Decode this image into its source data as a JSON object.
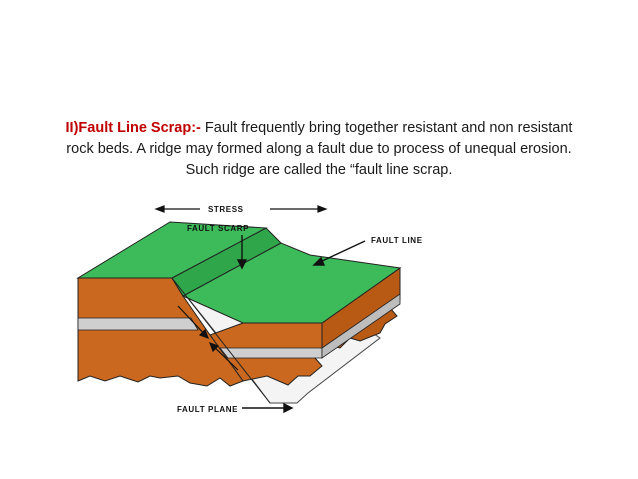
{
  "caption": {
    "heading": "II)Fault Line Scrap:-",
    "line1_rest": " Fault frequently bring together resistant and non resistant",
    "line2": "rock beds. A ridge may formed along a fault due to process of unequal erosion.",
    "line3": "Such ridge are called the “fault line scrap."
  },
  "diagram": {
    "labels": {
      "stress": "STRESS",
      "fault_scarp": "FAULT SCARP",
      "fault_line": "FAULT LINE",
      "fault_plane": "FAULT PLANE"
    },
    "colors": {
      "top_surface": "#3dbb5a",
      "rock_front": "#c9681e",
      "rock_side": "#b85a14",
      "bed_stripe": "#cfcfcf",
      "fault_plane": "#f4f4f4",
      "outline": "#222222"
    }
  }
}
